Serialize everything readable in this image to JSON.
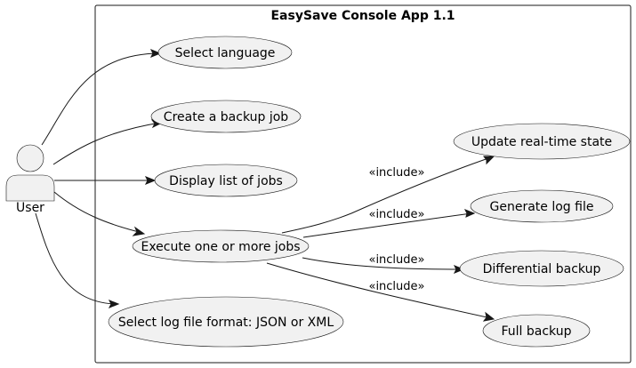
{
  "system": {
    "title": "EasySave Console App 1.1"
  },
  "actor": {
    "label": "User"
  },
  "use_cases": [
    {
      "id": "select-language",
      "label": "Select language"
    },
    {
      "id": "create-backup-job",
      "label": "Create a backup job"
    },
    {
      "id": "display-list-of-jobs",
      "label": "Display list of jobs"
    },
    {
      "id": "execute-jobs",
      "label": "Execute one or more jobs"
    },
    {
      "id": "select-log-format",
      "label": "Select log file format: JSON or XML"
    },
    {
      "id": "update-real-time-state",
      "label": "Update real-time state"
    },
    {
      "id": "generate-log-file",
      "label": "Generate log file"
    },
    {
      "id": "differential-backup",
      "label": "Differential backup"
    },
    {
      "id": "full-backup",
      "label": "Full backup"
    }
  ],
  "includes": [
    {
      "from": "execute-jobs",
      "to": "update-real-time-state",
      "label": "«include»"
    },
    {
      "from": "execute-jobs",
      "to": "generate-log-file",
      "label": "«include»"
    },
    {
      "from": "execute-jobs",
      "to": "differential-backup",
      "label": "«include»"
    },
    {
      "from": "execute-jobs",
      "to": "full-backup",
      "label": "«include»"
    }
  ],
  "associations": [
    {
      "from": "actor",
      "to": "select-language"
    },
    {
      "from": "actor",
      "to": "create-backup-job"
    },
    {
      "from": "actor",
      "to": "display-list-of-jobs"
    },
    {
      "from": "actor",
      "to": "execute-jobs"
    },
    {
      "from": "actor",
      "to": "select-log-format"
    }
  ]
}
